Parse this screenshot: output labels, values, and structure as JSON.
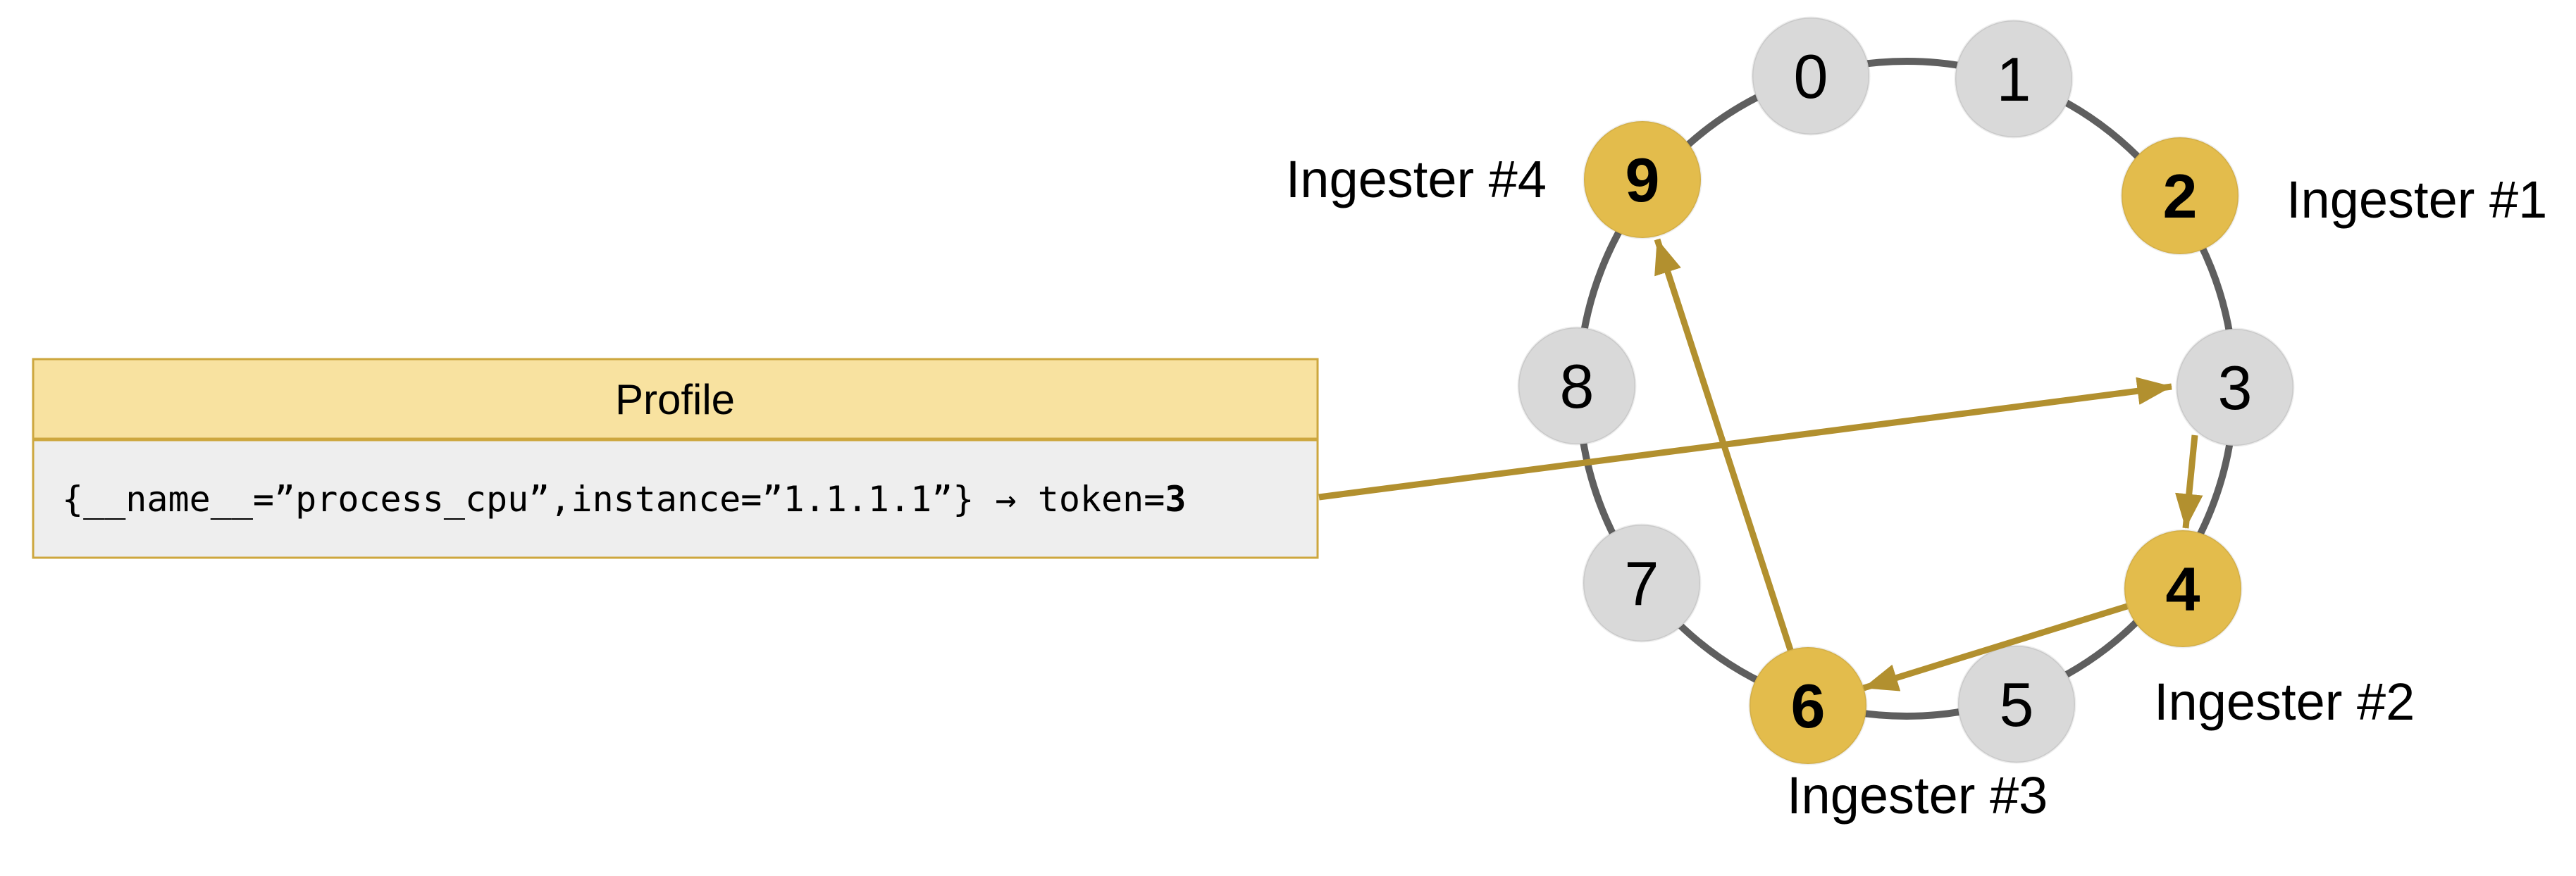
{
  "profile_card": {
    "title": "Profile",
    "series_text": "{__name__=”process_cpu”,instance=”1.1.1.1”} → token=",
    "token_value": "3"
  },
  "ring": {
    "nodes": [
      {
        "label": "0",
        "highlighted": false
      },
      {
        "label": "1",
        "highlighted": false
      },
      {
        "label": "2",
        "highlighted": true
      },
      {
        "label": "3",
        "highlighted": false
      },
      {
        "label": "4",
        "highlighted": true
      },
      {
        "label": "5",
        "highlighted": false
      },
      {
        "label": "6",
        "highlighted": true
      },
      {
        "label": "7",
        "highlighted": false
      },
      {
        "label": "8",
        "highlighted": false
      },
      {
        "label": "9",
        "highlighted": true
      }
    ],
    "ingesters": [
      {
        "label": "Ingester #1",
        "token": "2"
      },
      {
        "label": "Ingester #2",
        "token": "4"
      },
      {
        "label": "Ingester #3",
        "token": "6"
      },
      {
        "label": "Ingester #4",
        "token": "9"
      }
    ],
    "replication_path": [
      "3",
      "4",
      "6",
      "9"
    ]
  },
  "colors": {
    "highlight_node": "#E3BC4C",
    "plain_node": "#D9D9D9",
    "ring_stroke": "#5F5F5F",
    "arrow": "#B2902F",
    "card_header_bg": "#F8E2A0",
    "card_body_bg": "#EEEEEE",
    "card_border": "#CDA73E",
    "text": "#000000",
    "page_bg": "#FFFFFF"
  }
}
